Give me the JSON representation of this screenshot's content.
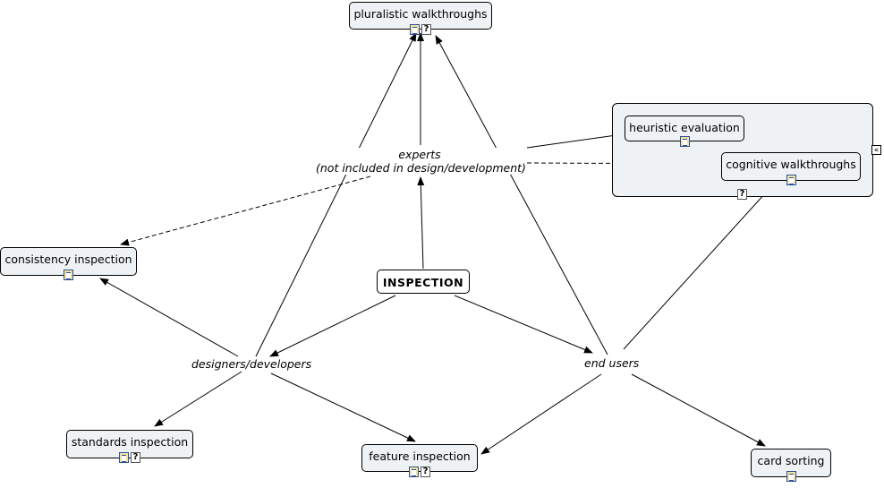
{
  "nodes": {
    "inspection": "INSPECTION",
    "pluralistic": "pluralistic walkthroughs",
    "heuristic": "heuristic evaluation",
    "cognitive": "cognitive walkthroughs",
    "consistency": "consistency inspection",
    "standards": "standards inspection",
    "feature": "feature inspection",
    "card": "card sorting"
  },
  "phrases": {
    "experts_line1": "experts",
    "experts_line2": "(not included in design/development)",
    "designers": "designers/developers",
    "end_users": "end users"
  },
  "icons": {
    "resource": "document-icon",
    "question": "question-icon",
    "collapse": "collapse-double-chevron-icon",
    "help_glyph": "?",
    "collapse_glyph": "«"
  },
  "colors": {
    "node_fill": "#eef2f4",
    "document_icon_fill": "#f4e3a0",
    "document_icon_border": "#2b4f9a"
  }
}
